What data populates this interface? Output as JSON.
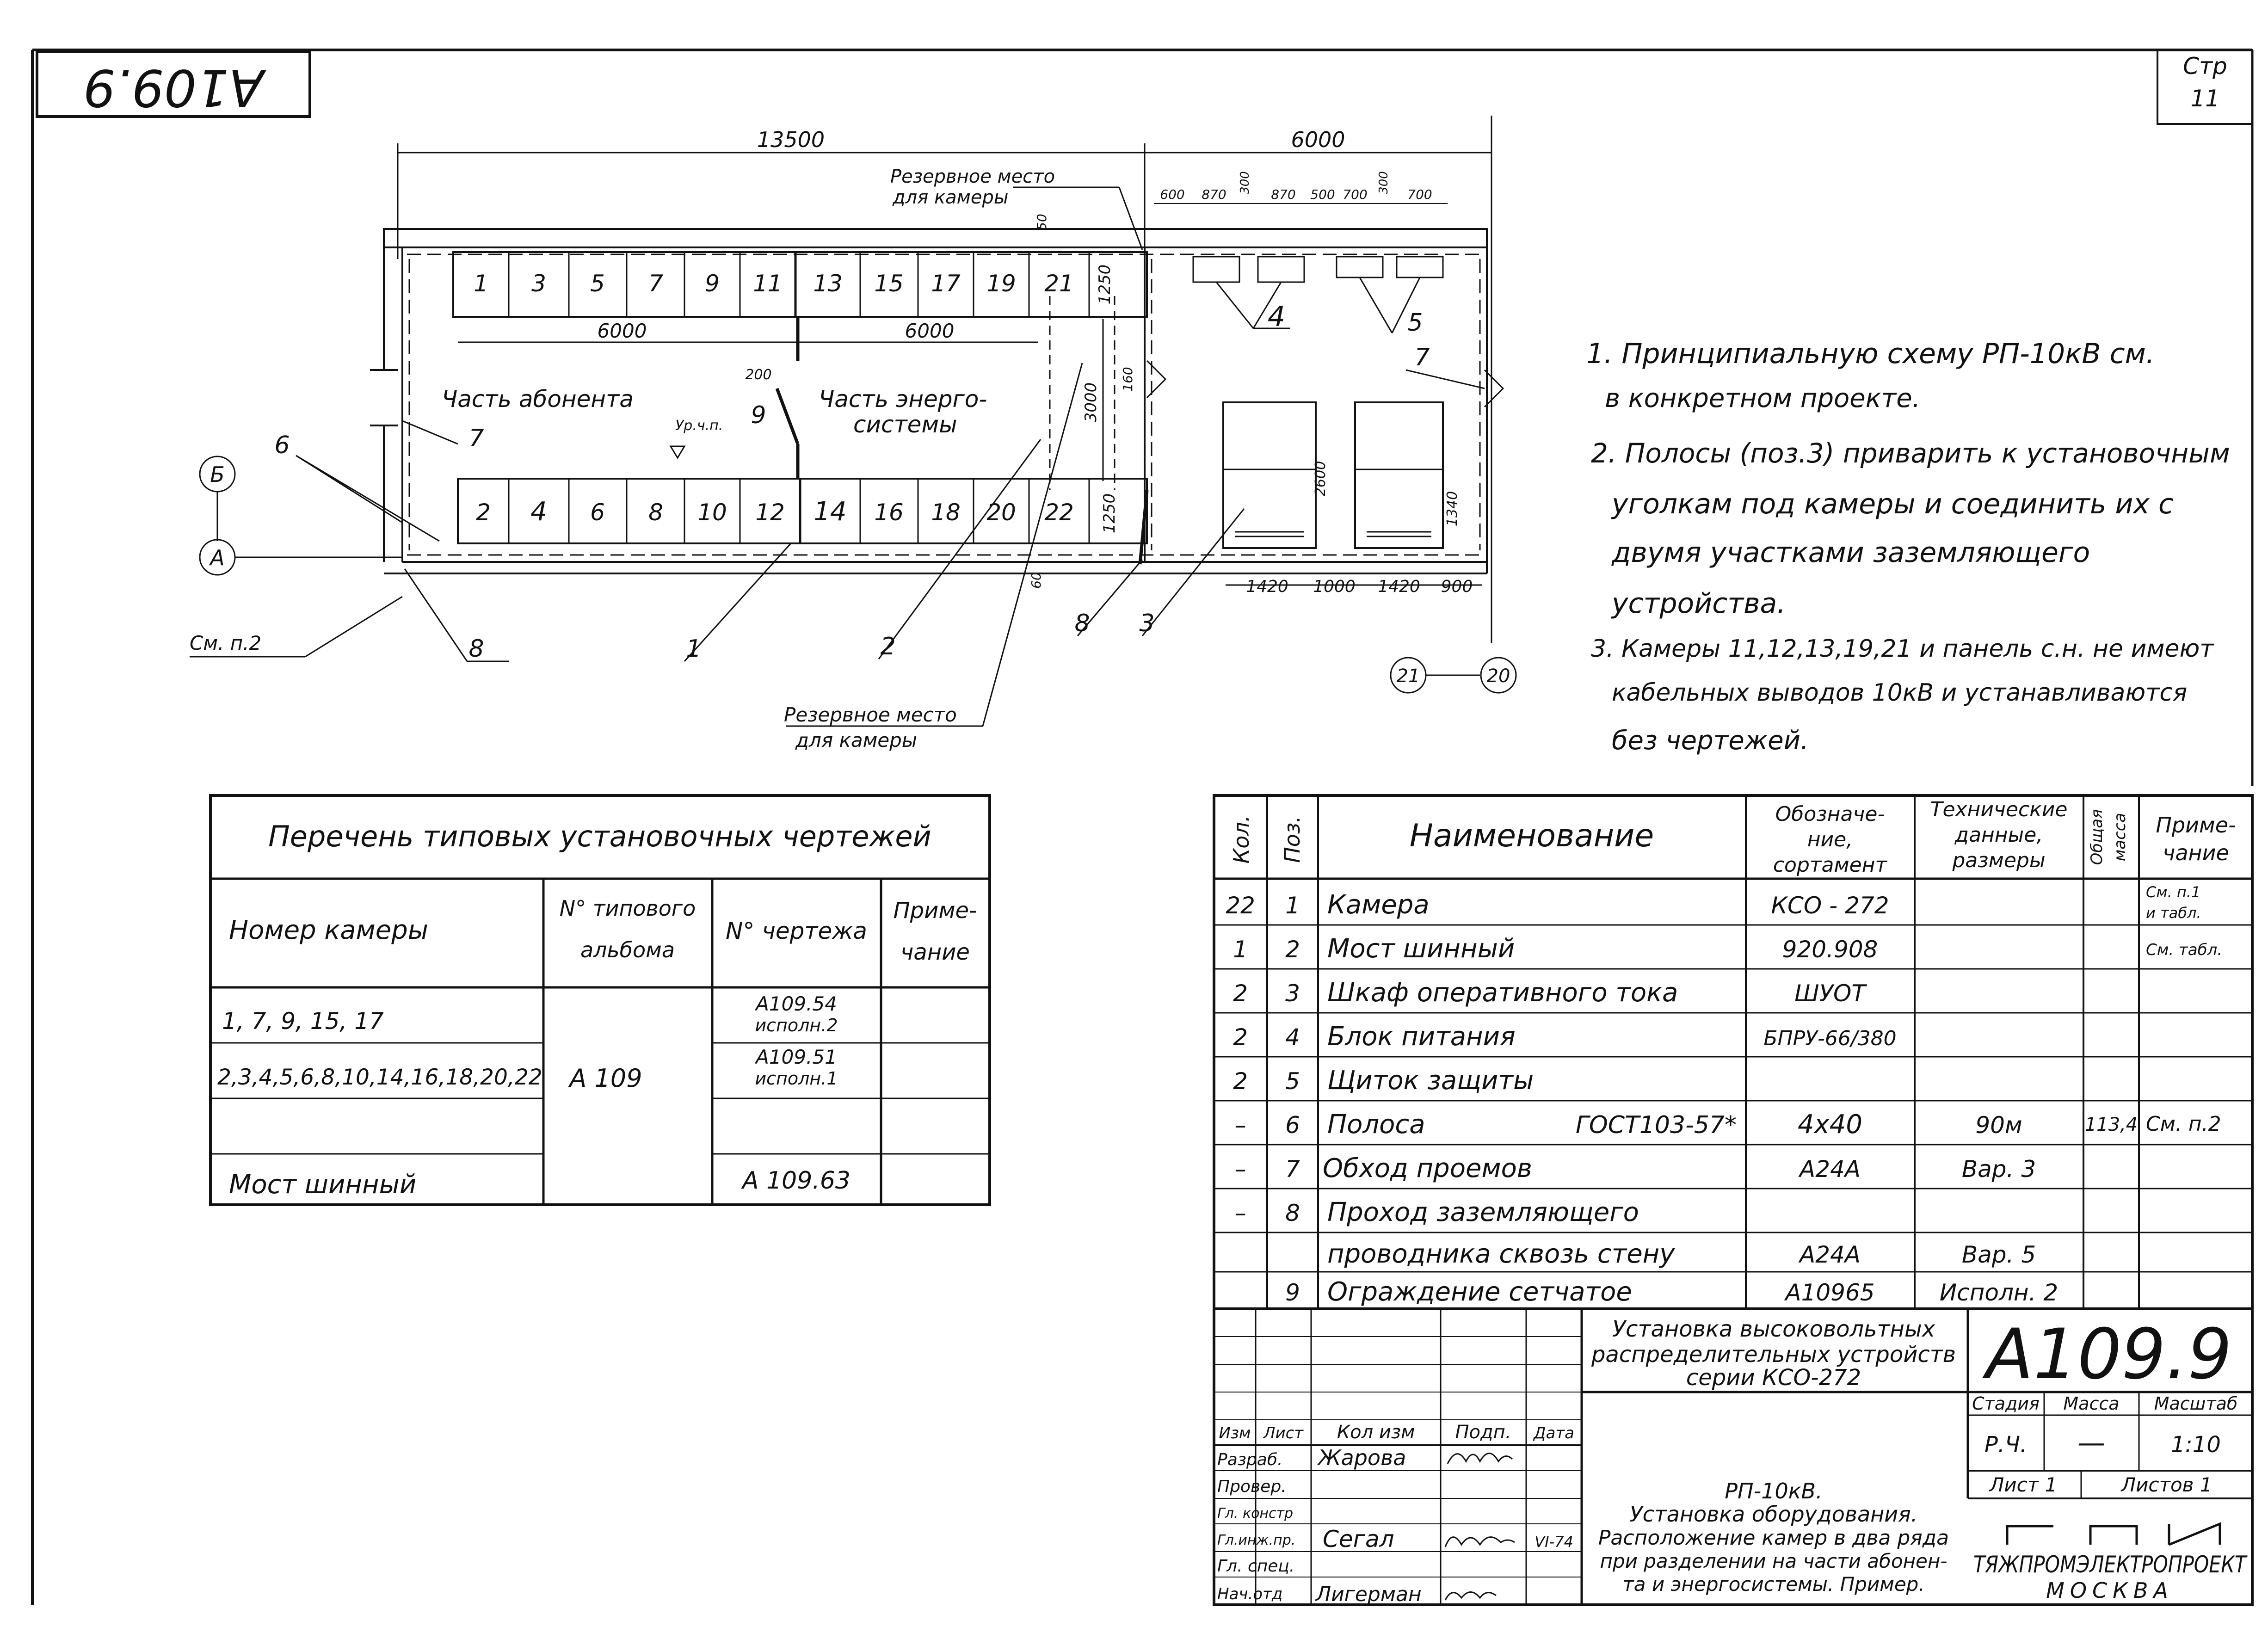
{
  "stamp_code_rotated": "А109.9",
  "page_label": "Стр",
  "page_number": "11",
  "plan": {
    "dim_left": "13500",
    "dim_right": "6000",
    "sub_dims": [
      "600",
      "870",
      "300",
      "870",
      "500",
      "700",
      "300",
      "700"
    ],
    "reserve_top": [
      "Резервное место",
      "для камеры"
    ],
    "reserve_bottom": [
      "Резервное место",
      "для камеры"
    ],
    "cells_top": [
      "1",
      "3",
      "5",
      "7",
      "9",
      "11",
      "13",
      "15",
      "17",
      "19",
      "21"
    ],
    "cells_bottom": [
      "2",
      "4",
      "6",
      "8",
      "10",
      "12",
      "14",
      "16",
      "18",
      "20",
      "22"
    ],
    "dim_6000_a": "6000",
    "dim_6000_b": "6000",
    "subscriber_part": "Часть абонента",
    "energy_part": [
      "Часть энерго-",
      "системы"
    ],
    "level_mark": "Ур.ч.п.",
    "dims_small": {
      "d50": "50",
      "d1250a": "1250",
      "d1250b": "1250",
      "d3000": "3000",
      "d160": "160",
      "d200": "200",
      "d2600": "2600",
      "d1340": "1340",
      "d60": "60"
    },
    "bottom_dims": [
      "1420",
      "1000",
      "1420",
      "900"
    ],
    "see_note": "См. п.2",
    "axis_b": "Б",
    "axis_a": "А",
    "axis_21": "21",
    "axis_20": "20",
    "callouts": {
      "c1": "1",
      "c2": "2",
      "c3": "3",
      "c4": "4",
      "c5": "5",
      "c6": "6",
      "c7a": "7",
      "c7b": "7",
      "c8a": "8",
      "c8b": "8",
      "c9": "9"
    }
  },
  "notes": [
    "1. Принципиальную схему РП-10кВ см.",
    "в конкретном проекте.",
    "2. Полосы (поз.3) приварить к установочным",
    "уголкам под камеры и соединить их с",
    "двумя участками заземляющего",
    "устройства.",
    "3. Камеры 11,12,13,19,21 и панель с.н. не имеют",
    "кабельных выводов 10кВ и устанавливаются",
    "без чертежей."
  ],
  "drawings_list": {
    "title": "Перечень типовых установочных чертежей",
    "headers": {
      "chamber": "Номер камеры",
      "album": [
        "N° типового",
        "альбома"
      ],
      "drawing": "N° чертежа",
      "note": [
        "Приме-",
        "чание"
      ]
    },
    "rows": [
      {
        "chamber": "1, 7, 9, 15, 17",
        "drawing": [
          "А109.54",
          "исполн.2"
        ]
      },
      {
        "chamber": "2,3,4,5,6,8,10,14,16,18,20,22",
        "drawing": [
          "А109.51",
          "исполн.1"
        ]
      },
      {
        "chamber": "",
        "drawing": []
      },
      {
        "chamber": "Мост шинный",
        "drawing": [
          "А 109.63"
        ]
      }
    ],
    "album_value": "А 109"
  },
  "spec": {
    "headers": {
      "qty": "Кол.",
      "pos": "Поз.",
      "name": "Наименование",
      "designation": [
        "Обозначе-",
        "ние,",
        "сортамент"
      ],
      "tech": [
        "Технические",
        "данные,",
        "размеры"
      ],
      "mass": [
        "Общая",
        "масса"
      ],
      "note": [
        "Приме-",
        "чание"
      ]
    },
    "rows": [
      {
        "qty": "22",
        "pos": "1",
        "name": "Камера",
        "designation": "КСО - 272",
        "tech": "",
        "mass": "",
        "note": [
          "См. п.1",
          "и табл."
        ]
      },
      {
        "qty": "1",
        "pos": "2",
        "name": "Мост шинный",
        "designation": "920.908",
        "tech": "",
        "mass": "",
        "note": [
          "См. табл."
        ]
      },
      {
        "qty": "2",
        "pos": "3",
        "name": "Шкаф оперативного тока",
        "designation": "ШУОТ",
        "tech": "",
        "mass": "",
        "note": []
      },
      {
        "qty": "2",
        "pos": "4",
        "name": "Блок питания",
        "designation": "БПРУ-66/380",
        "tech": "",
        "mass": "",
        "note": []
      },
      {
        "qty": "2",
        "pos": "5",
        "name": "Щиток защиты",
        "designation": "",
        "tech": "",
        "mass": "",
        "note": []
      },
      {
        "qty": "–",
        "pos": "6",
        "name": "Полоса",
        "name_extra": "ГОСТ103-57*",
        "designation": "4х40",
        "tech": "90м",
        "mass": "113,4",
        "note": [
          "См. п.2"
        ]
      },
      {
        "qty": "–",
        "pos": "7",
        "name": "Обход проемов",
        "designation": "А24А",
        "tech": "Вар. 3",
        "mass": "",
        "note": []
      },
      {
        "qty": "–",
        "pos": "8",
        "name": "Проход заземляющего",
        "designation": "",
        "tech": "",
        "mass": "",
        "note": []
      },
      {
        "qty": "",
        "pos": "",
        "name": "проводника сквозь стену",
        "designation": "А24А",
        "tech": "Вар. 5",
        "mass": "",
        "note": []
      },
      {
        "qty": "",
        "pos": "9",
        "name": "Ограждение сетчатое",
        "designation": "А10965",
        "tech": "Исполн. 2",
        "mass": "",
        "note": []
      }
    ]
  },
  "title_block": {
    "project_lines": [
      "Установка высоковольтных",
      "распределительных устройств",
      "серии КСО-272"
    ],
    "code": "А109.9",
    "stage_label": "Стадия",
    "mass_label": "Масса",
    "scale_label": "Масштаб",
    "stage_value": "Р.Ч.",
    "mass_value": "—",
    "scale_value": "1:10",
    "sheet_label": "Лист 1",
    "sheets_label": "Листов 1",
    "sheet_title": [
      "РП-10кВ.",
      "Установка оборудования.",
      "Расположение камер в два ряда",
      "при разделении на части абонен-",
      "та и энергосистемы. Пример."
    ],
    "org": "ТЯЖПРОМЭЛЕКТРОПРОЕКТ",
    "city": "МОСКВА",
    "col_headers": [
      "Изм",
      "Лист",
      "Кол изм",
      "Подп.",
      "Дата"
    ],
    "roles": [
      "Разраб.",
      "Провер.",
      "Гл. констр",
      "Гл.инж.пр.",
      "Гл. спец.",
      "Нач.отд"
    ],
    "names": {
      "razrab": "Жарова",
      "glinzh": "Сегал",
      "nach": "Лигерман"
    },
    "date_value": "VI-74"
  }
}
